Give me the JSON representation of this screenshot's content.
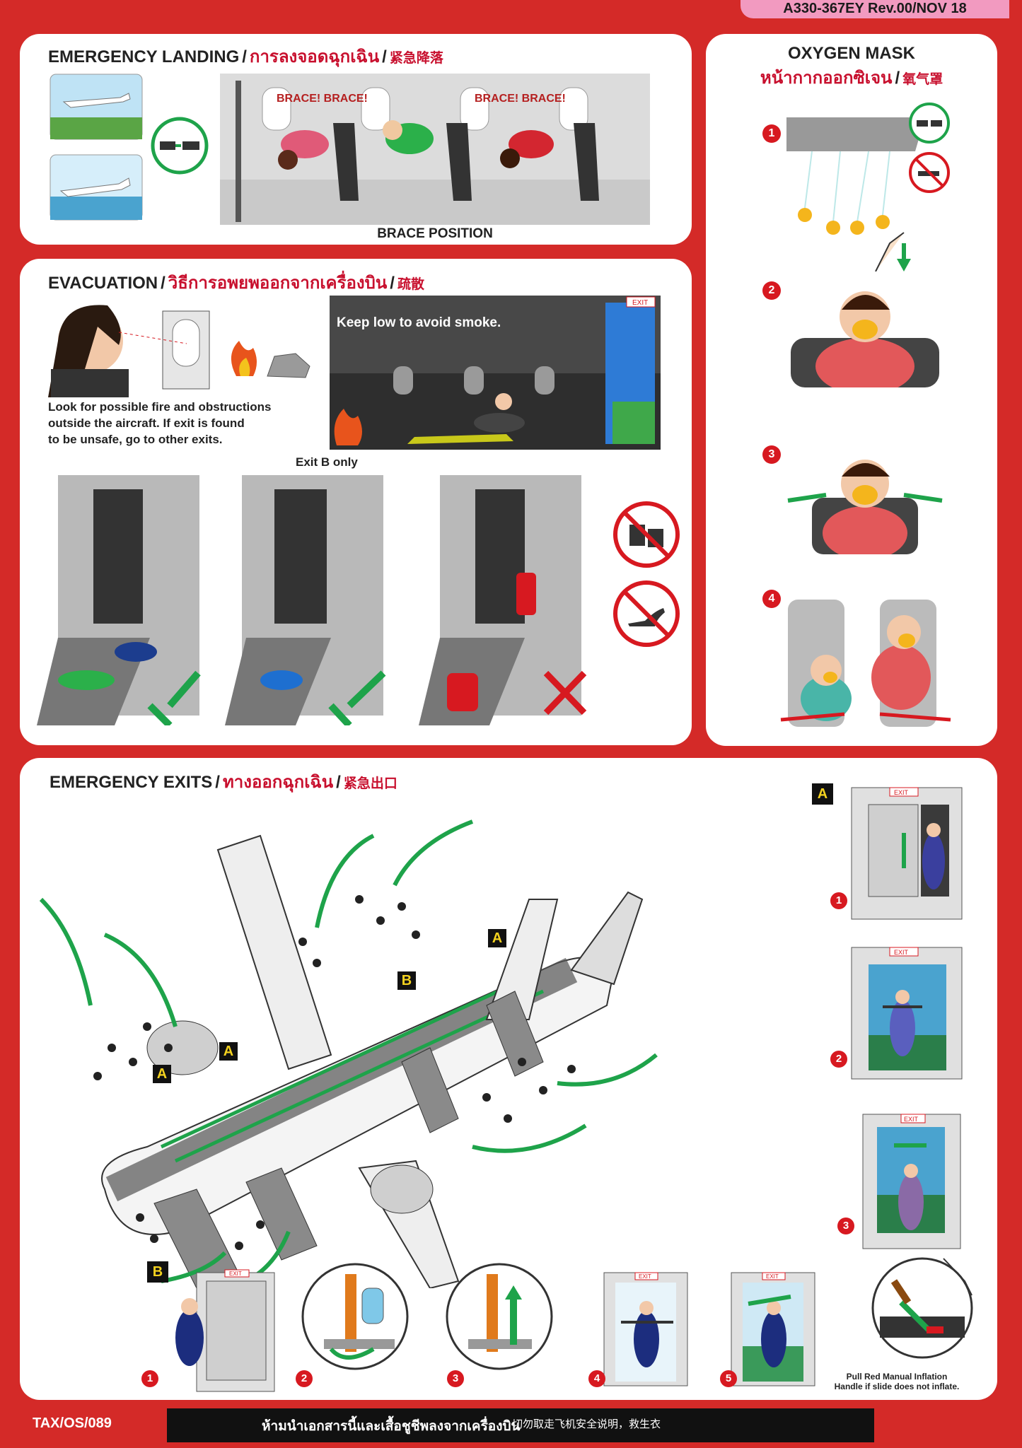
{
  "header": {
    "revision": "A330-367EY Rev.00/NOV 18"
  },
  "landing": {
    "title_en": "EMERGENCY LANDING",
    "title_th": "การลงจอดฉุกเฉิน",
    "title_zh": "紧急降落",
    "brace_label": "BRACE POSITION",
    "shout_1": "BRACE! BRACE!",
    "shout_2": "BRACE! BRACE!"
  },
  "oxygen": {
    "title_en": "OXYGEN MASK",
    "title_th": "หน้ากากออกซิเจน",
    "title_zh": "氧气罩",
    "steps": [
      "1",
      "2",
      "3",
      "4"
    ]
  },
  "evacuation": {
    "title_en": "EVACUATION",
    "title_th": "วิธีการอพยพออกจากเครื่องบิน",
    "title_zh": "疏散",
    "look_line1": "Look for possible fire and obstructions",
    "look_line2": "outside the aircraft. If exit is found",
    "look_line3": "to be unsafe, go to other exits.",
    "smoke_text": "Keep low to avoid smoke.",
    "exit_b_only": "Exit B only",
    "exit_sign": "EXIT"
  },
  "exits": {
    "title_en": "EMERGENCY EXITS",
    "title_th": "ทางออกฉุกเฉิน",
    "title_zh": "紧急出口",
    "label_a": "A",
    "label_b": "B",
    "a_steps": [
      "1",
      "2",
      "3"
    ],
    "b_steps": [
      "1",
      "2",
      "3",
      "4",
      "5"
    ],
    "pull_line1": "Pull Red Manual Inflation",
    "pull_line2": "Handle if slide does not inflate.",
    "exit_sign": "EXIT"
  },
  "footer": {
    "code": "TAX/OS/089",
    "notice_th": "ห้ามนำเอกสารนี้และเสื้อชูชีพลงจากเครื่องบิน",
    "notice_zh": "切勿取走飞机安全说明，救生衣"
  }
}
